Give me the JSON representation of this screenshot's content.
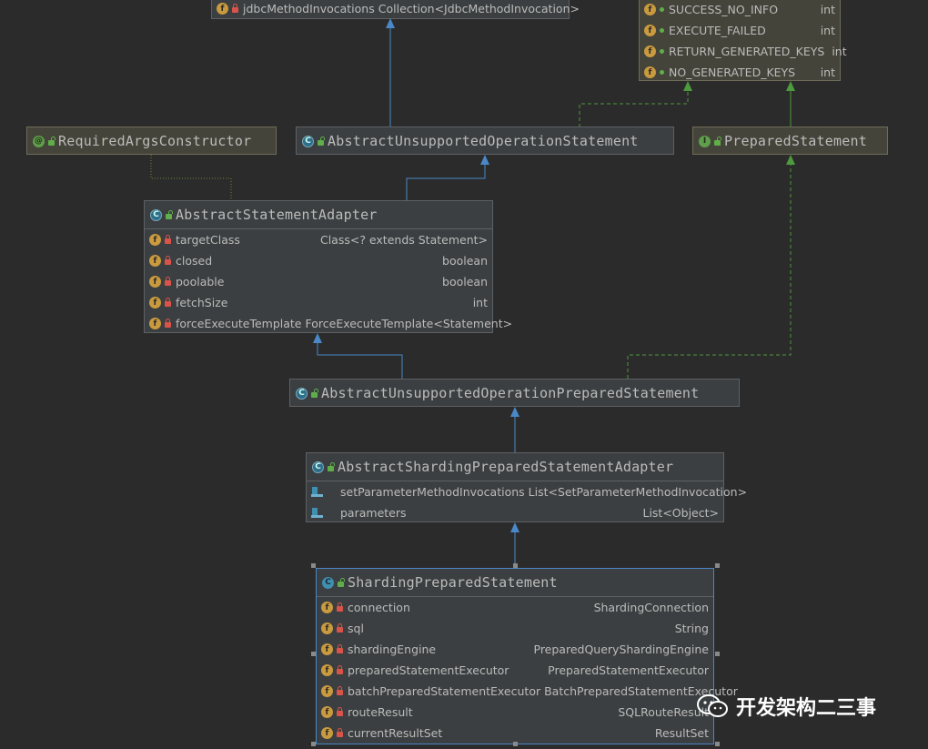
{
  "nodes": {
    "jdbc_box": {
      "fields": [
        {
          "name": "jdbcMethodInvocations",
          "type": "Collection<JdbcMethodInvocation>"
        }
      ]
    },
    "constants_box": {
      "fields": [
        {
          "name": "SUCCESS_NO_INFO",
          "type": "int"
        },
        {
          "name": "EXECUTE_FAILED",
          "type": "int"
        },
        {
          "name": "RETURN_GENERATED_KEYS",
          "type": "int"
        },
        {
          "name": "NO_GENERATED_KEYS",
          "type": "int"
        }
      ]
    },
    "required_args": {
      "title": "RequiredArgsConstructor"
    },
    "abstract_unsupported_statement": {
      "title": "AbstractUnsupportedOperationStatement"
    },
    "prepared_statement": {
      "title": "PreparedStatement"
    },
    "abstract_statement_adapter": {
      "title": "AbstractStatementAdapter",
      "fields": [
        {
          "name": "targetClass",
          "type": "Class<? extends Statement>"
        },
        {
          "name": "closed",
          "type": "boolean"
        },
        {
          "name": "poolable",
          "type": "boolean"
        },
        {
          "name": "fetchSize",
          "type": "int"
        },
        {
          "name": "forceExecuteTemplate",
          "type": "ForceExecuteTemplate<Statement>"
        }
      ]
    },
    "abstract_unsupported_prepared": {
      "title": "AbstractUnsupportedOperationPreparedStatement"
    },
    "abstract_sharding_adapter": {
      "title": "AbstractShardingPreparedStatementAdapter",
      "fields": [
        {
          "name": "setParameterMethodInvocations",
          "type": "List<SetParameterMethodInvocation>"
        },
        {
          "name": "parameters",
          "type": "List<Object>"
        }
      ]
    },
    "sharding_prepared_statement": {
      "title": "ShardingPreparedStatement",
      "fields": [
        {
          "name": "connection",
          "type": "ShardingConnection"
        },
        {
          "name": "sql",
          "type": "String"
        },
        {
          "name": "shardingEngine",
          "type": "PreparedQueryShardingEngine"
        },
        {
          "name": "preparedStatementExecutor",
          "type": "PreparedStatementExecutor"
        },
        {
          "name": "batchPreparedStatementExecutor",
          "type": "BatchPreparedStatementExecutor"
        },
        {
          "name": "routeResult",
          "type": "SQLRouteResult"
        },
        {
          "name": "currentResultSet",
          "type": "ResultSet"
        }
      ]
    }
  },
  "watermark": {
    "text": "开发架构二三事"
  },
  "colors": {
    "background": "#2b2b2b",
    "extends_edge": "#4a88c7",
    "implements_edge": "#4e9a3e",
    "annotation_edge": "#6a8a3a"
  }
}
